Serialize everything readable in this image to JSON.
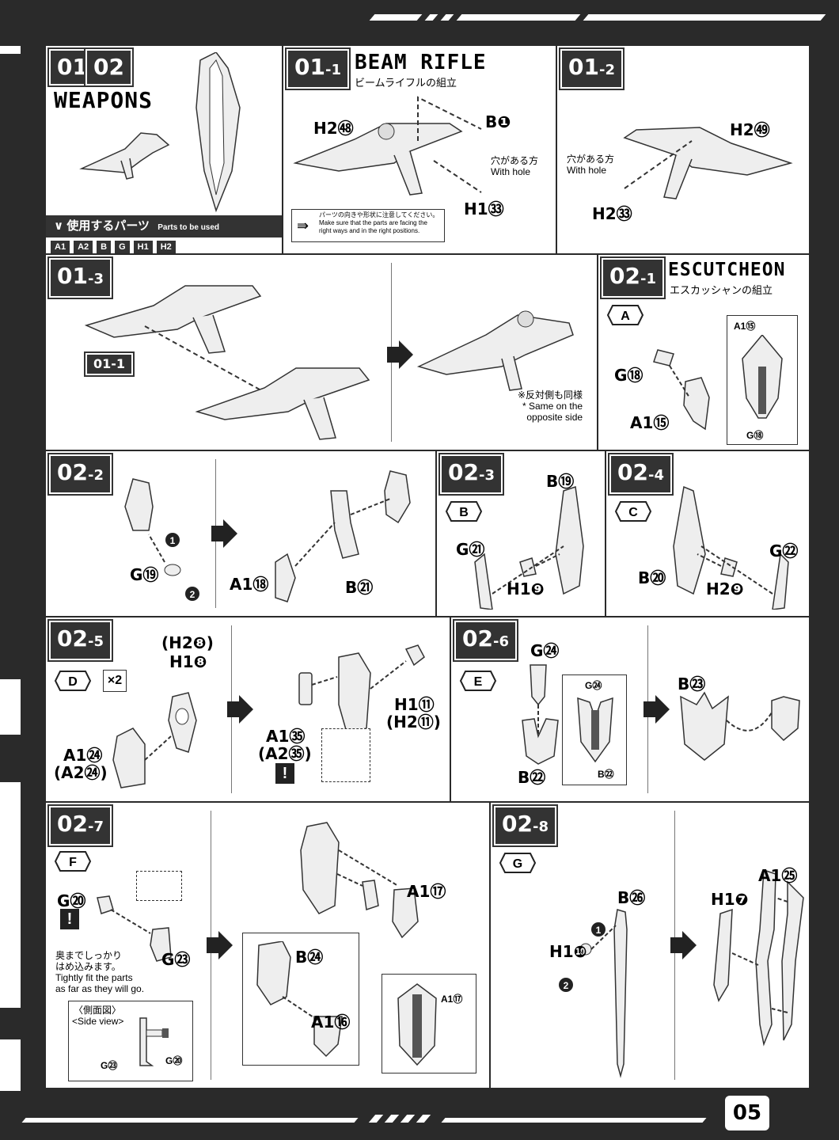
{
  "page": {
    "number": "05"
  },
  "weapons": {
    "step_a": "01",
    "step_b": "02",
    "title": "WEAPONS",
    "parts_label": "使用するパーツ",
    "parts_label_en": "Parts to be used",
    "parts": [
      "A1",
      "A2",
      "B",
      "G",
      "H1",
      "H2"
    ]
  },
  "s01_1": {
    "step": "01",
    "sub": "-1",
    "title": "BEAM RIFLE",
    "subtitle": "ビームライフルの組立",
    "labels": {
      "h2": "H2㊽",
      "b": "B❶",
      "h1": "H1㉝"
    },
    "hole_jp": "穴がある方",
    "hole_en": "With hole",
    "caution_jp": "パーツの向きや形状に注意してください。",
    "caution_en": "Make sure that the parts are facing the right ways and in the right positions."
  },
  "s01_2": {
    "step": "01",
    "sub": "-2",
    "labels": {
      "h2a": "H2㊾",
      "h2b": "H2㉝"
    },
    "hole_jp": "穴がある方",
    "hole_en": "With hole"
  },
  "s01_3": {
    "step": "01",
    "sub": "-3",
    "ref": "01-1",
    "same_jp": "※反対側も同様",
    "same_en1": "* Same on the",
    "same_en2": "opposite side"
  },
  "s02_1": {
    "step": "02",
    "sub": "-1",
    "title": "ESCUTCHEON",
    "subtitle": "エスカッシャンの組立",
    "hex": "A",
    "labels": {
      "g": "G⑱",
      "a": "A1⑮",
      "box_a": "A1⑮",
      "box_g": "G⑱"
    }
  },
  "s02_2": {
    "step": "02",
    "sub": "-2",
    "labels": {
      "g": "G⑲",
      "a": "A1⑱",
      "b": "B㉑"
    }
  },
  "s02_3": {
    "step": "02",
    "sub": "-3",
    "hex": "B",
    "labels": {
      "b": "B⑲",
      "g": "G㉑",
      "h": "H1❾"
    }
  },
  "s02_4": {
    "step": "02",
    "sub": "-4",
    "hex": "C",
    "labels": {
      "g": "G㉒",
      "b": "B⑳",
      "h": "H2❾"
    }
  },
  "s02_5": {
    "step": "02",
    "sub": "-5",
    "hex": "D",
    "mult": "×2",
    "labels": {
      "h2p": "(H2❽)",
      "h1": "H1❽",
      "a1": "A1㉔",
      "a2p": "(A2㉔)",
      "a35": "A1㉟",
      "a235p": "(A2㉟)",
      "h111": "H1⑪",
      "h211p": "(H2⑪)"
    }
  },
  "s02_6": {
    "step": "02",
    "sub": "-6",
    "hex": "E",
    "labels": {
      "g": "G㉔",
      "b": "B㉒",
      "box_g": "G㉔",
      "box_b": "B㉒",
      "b23": "B㉓"
    }
  },
  "s02_7": {
    "step": "02",
    "sub": "-7",
    "hex": "F",
    "labels": {
      "g20": "G⑳",
      "g23": "G㉓",
      "a17": "A1⑰",
      "b24": "B㉔",
      "a16": "A1⑯",
      "box_a17": "A1⑰"
    },
    "tight_jp1": "奥までしっかり",
    "tight_jp2": "はめ込みます。",
    "tight_en1": "Tightly fit the parts",
    "tight_en2": "as far as they will go.",
    "side_jp": "〈側面図〉",
    "side_en": "<Side view>",
    "side_g23": "G㉓",
    "side_g20": "G⑳"
  },
  "s02_8": {
    "step": "02",
    "sub": "-8",
    "hex": "G",
    "labels": {
      "b": "B㉖",
      "h1": "H1❿",
      "h17": "H1❼",
      "a1": "A1㉕"
    }
  },
  "colors": {
    "frame": "#2a2a2a",
    "panel": "#ffffff",
    "part_fill": "#e8e8e8",
    "ink": "#222222"
  }
}
